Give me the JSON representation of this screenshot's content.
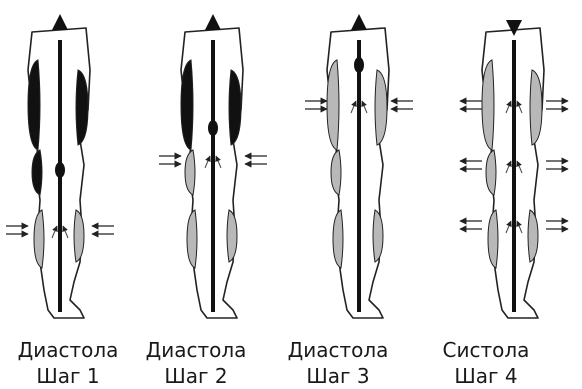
{
  "steps": [
    {
      "phase": "Диастола",
      "step": "Шаг 1",
      "cuffs": [
        "black",
        "black",
        "black",
        "gray",
        "gray"
      ],
      "arrows": "calf-in",
      "main_arrow": "up"
    },
    {
      "phase": "Диастола",
      "step": "Шаг 2",
      "cuffs": [
        "black",
        "black",
        "gray",
        "gray",
        "gray"
      ],
      "arrows": "knee-in",
      "main_arrow": "up"
    },
    {
      "phase": "Диастола",
      "step": "Шаг 3",
      "cuffs": [
        "gray",
        "gray",
        "gray",
        "gray",
        "gray"
      ],
      "arrows": "thigh-in",
      "main_arrow": "up"
    },
    {
      "phase": "Систола",
      "step": "Шаг 4",
      "cuffs": [
        "gray",
        "gray",
        "gray",
        "gray",
        "gray"
      ],
      "arrows": "all-out",
      "main_arrow": "down"
    }
  ],
  "colors": {
    "inflated": "#111111",
    "deflated": "#b8b8b8",
    "outline": "#222222"
  }
}
